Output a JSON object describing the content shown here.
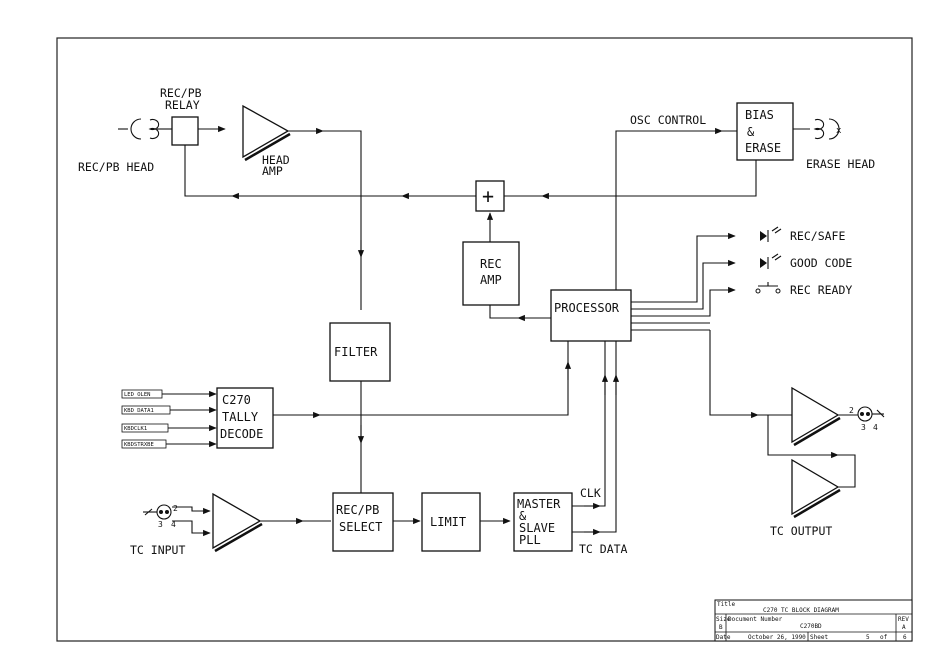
{
  "diagram": {
    "labels": {
      "rec_pb_head": "REC/PB HEAD",
      "rec_pb_relay_1": "REC/PB",
      "rec_pb_relay_2": "RELAY",
      "head_amp_1": "HEAD",
      "head_amp_2": "AMP",
      "osc_control": "OSC CONTROL",
      "erase_head": "ERASE HEAD",
      "rec_safe": "REC/SAFE",
      "good_code": "GOOD CODE",
      "rec_ready": "REC READY",
      "clk": "CLK",
      "tc_data": "TC DATA",
      "tc_input": "TC INPUT",
      "tc_output": "TC OUTPUT"
    },
    "blocks": {
      "bias_erase": [
        "BIAS",
        "&",
        "ERASE"
      ],
      "rec_amp": [
        "REC",
        "AMP"
      ],
      "processor": "PROCESSOR",
      "filter": "FILTER",
      "tally_decode": [
        "C270",
        "TALLY",
        "DECODE"
      ],
      "rec_pb_select": [
        "REC/PB",
        "SELECT"
      ],
      "limit": "LIMIT",
      "pll": [
        "MASTER",
        "&",
        "SLAVE",
        "PLL"
      ],
      "summer": "+"
    },
    "connectors": [
      "LED OLEN",
      "KBD DATA1",
      "KBDCLK1",
      "KBDSTRXBE"
    ],
    "pin_labels": {
      "in_2": "2",
      "in_3": "3",
      "in_4": "4",
      "out_2": "2",
      "out_3": "3",
      "out_4": "4"
    }
  },
  "title_block": {
    "title_label": "Title",
    "title": "C270 TC BLOCK DIAGRAM",
    "size_label": "Size",
    "size": "B",
    "docnum_label": "Document Number",
    "docnum": "C270BD",
    "rev_label": "REV",
    "rev": "A",
    "date_label": "Date",
    "date": "October 26, 1990",
    "sheet_label": "Sheet",
    "sheet": "5",
    "of_label": "of",
    "of": "6"
  }
}
